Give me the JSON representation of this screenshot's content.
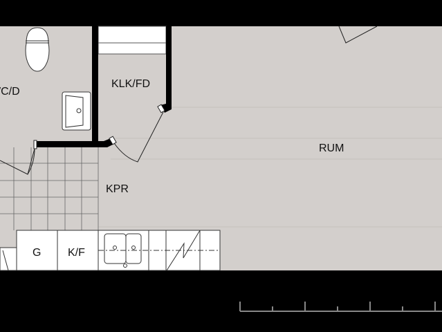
{
  "rooms": {
    "wc": "WC/D",
    "closet": "KLK/FD",
    "room": "RUM",
    "hall": "KPR",
    "stove": "G",
    "fridge": "K/F"
  },
  "colors": {
    "floor": "#d3cfcc",
    "wall": "#000000",
    "fixture": "#ffffff",
    "line": "#333333"
  }
}
